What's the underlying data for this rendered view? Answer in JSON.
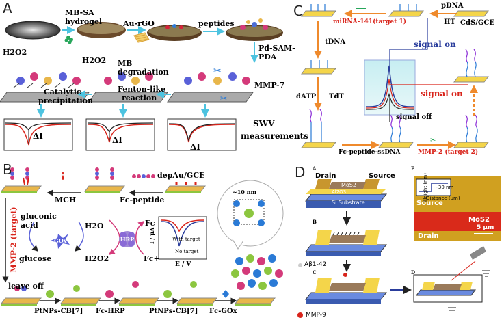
{
  "panels": {
    "A": {
      "letter": "A",
      "labels": {
        "hydrogel_1": "MB-SA",
        "hydrogel_2": "hydrogel",
        "au_rgo": "Au-rGO",
        "peptides": "peptides",
        "pd_sam_1": "Pd-SAM-",
        "pd_sam_2": "PDA",
        "h2o2_left": "H2O2",
        "h2o2_mid": "H2O2",
        "mb_degr_1": "MB",
        "mb_degr_2": "degradation",
        "catalytic_1": "Catalytic",
        "catalytic_2": "precipitation",
        "fenton_1": "Fenton-like",
        "fenton_2": "reaction",
        "mmp7": "MMP-7",
        "delta_i_1": "ΔI",
        "delta_i_2": "ΔI",
        "delta_i_3": "ΔI",
        "swv_1": "SWV",
        "swv_2": "measurements"
      }
    },
    "B": {
      "letter": "B",
      "labels": {
        "mch": "MCH",
        "fc_peptide": "Fc-peptide",
        "depau": "depAu/GCE",
        "mmp2": "MMP-2 (target)",
        "gluconic_1": "gluconic",
        "gluconic_2": "acid",
        "glucose": "glucose",
        "gox": "GOx",
        "hrp": "HRP",
        "h2o_top": "H2O",
        "h2o2_bottom": "H2O2",
        "fc": "Fc",
        "fc_plus": "Fc+",
        "i_axis": "I / μA",
        "e_axis": "E / V",
        "with_target": "With target",
        "no_target": "No target",
        "leave_off": "leave off",
        "step1": "PtNPs-CB[7]",
        "step2": "Fc-HRP",
        "step3": "PtNPs-CB[7]",
        "step4": "Fc-GOx",
        "nm": "~10 nm"
      }
    },
    "C": {
      "letter": "C",
      "labels": {
        "pdna": "pDNA",
        "ht": "HT",
        "cds": "CdS/GCE",
        "mirna": "miRNA-141(target 1)",
        "tdna": "tDNA",
        "signal_on_blue": "signal on",
        "signal_on_red": "signal on",
        "signal_off": "signal off",
        "datp": "dATP",
        "tdt": "TdT",
        "fc_peptide_ssdna": "Fc-peptide-ssDNA",
        "mmp2": "MMP-2 (target 2)"
      }
    },
    "D": {
      "letter": "D",
      "labels": {
        "sub_a": "A",
        "sub_b": "B",
        "sub_c": "C",
        "sub_d": "D",
        "sub_e": "E",
        "drain": "Drain",
        "source": "Source",
        "mos2": "MoS2",
        "al2o3": "Al2O3",
        "si": "Si Substrate",
        "abeta": "Aβ1-42",
        "mmp9": "MMP-9",
        "e_source": "Source",
        "e_drain": "Drain",
        "e_mos2": "MoS2",
        "scale": "5 μm",
        "height_axis": "Height (nm)",
        "distance_axis": "Distance (μm)",
        "step_nm": "~30 nm"
      }
    }
  },
  "colors": {
    "arrow_cyan": "#4dc3e0",
    "arrow_orange": "#ef8a2c",
    "red_text": "#d9241b",
    "blue_text": "#2a3d9c",
    "gold": "#e8b64a",
    "green_surface": "#8cc63f"
  }
}
